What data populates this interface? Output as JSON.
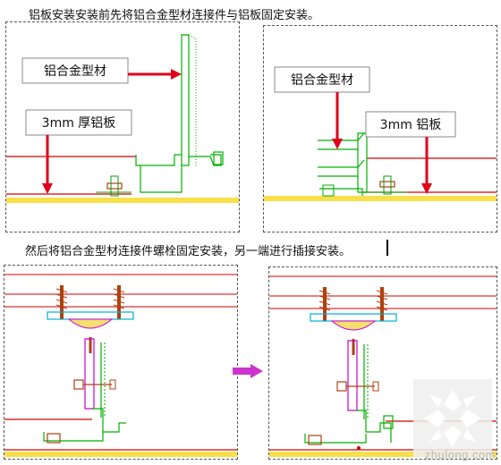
{
  "captions": {
    "top": "铝板安装安装前先将铝合金型材连接件与铝板固定安装。",
    "middle": "然后将铝合金型材连接件螺栓固定安装，另一端进行插接安装。"
  },
  "labels": {
    "p1_profile": "铝合金型材",
    "p1_panel": "3mm 厚铝板",
    "p2_profile": "铝合金型材",
    "p2_panel": "3mm 铝板"
  },
  "watermark": {
    "text": "zhulong.com"
  },
  "colors": {
    "callout_arrow": "#e0001a",
    "profile_green": "#00c000",
    "panel_red": "#d40000",
    "panel_yellow": "#f4d800",
    "bolt_brown": "#b04010",
    "bracket_magenta": "#cc00cc",
    "transition_arrow": "#cc33cc"
  }
}
